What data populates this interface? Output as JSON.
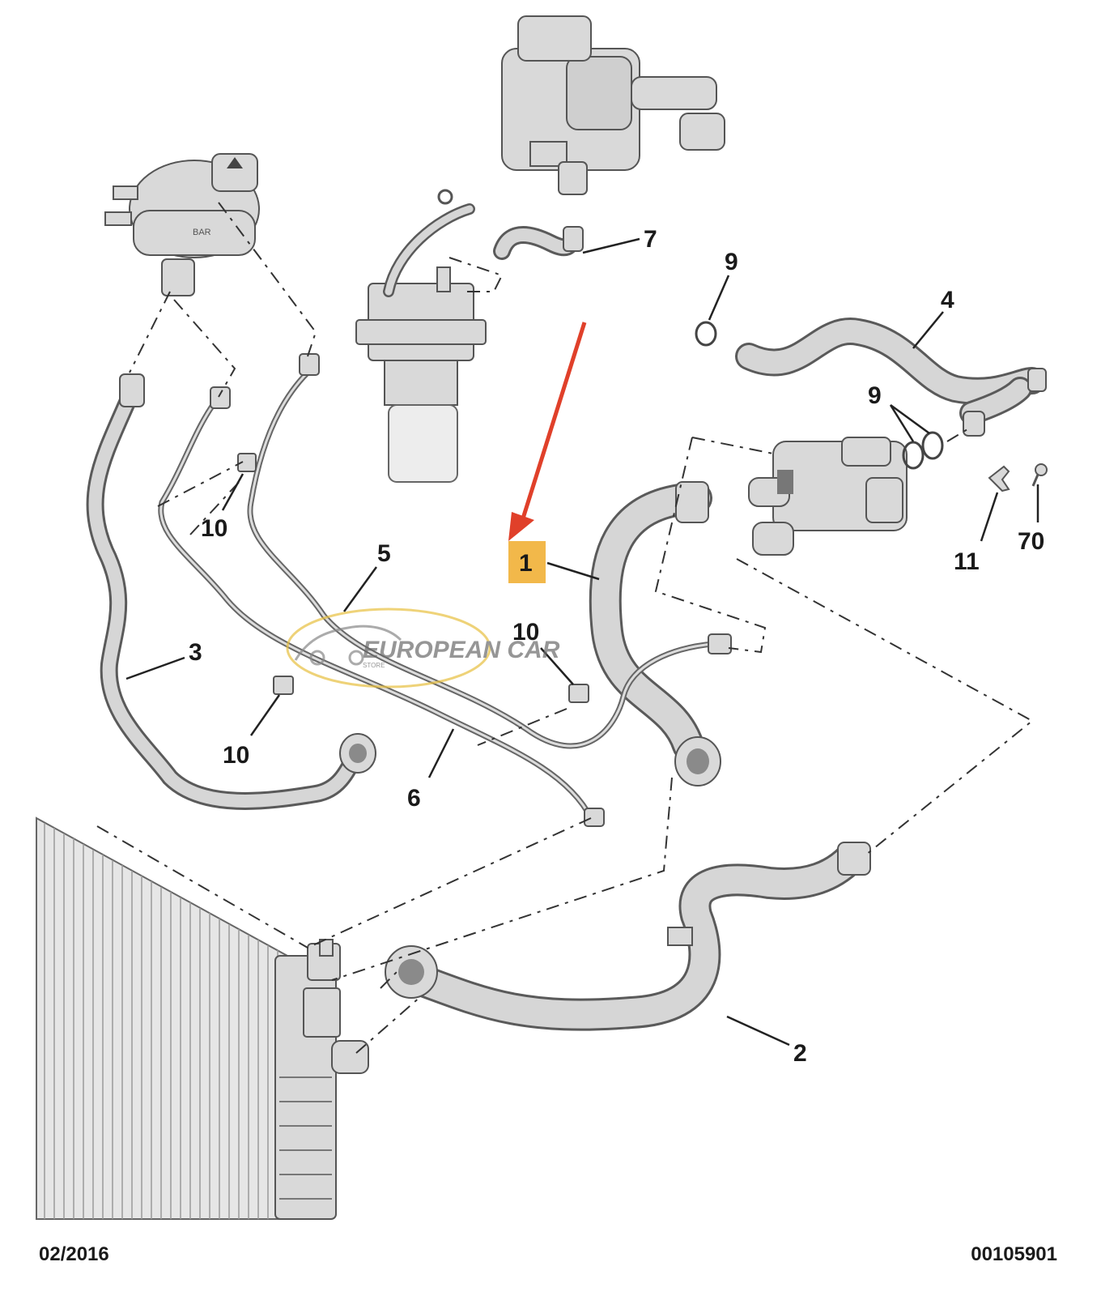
{
  "labels": {
    "hose_1": "1",
    "hose_2": "2",
    "hose_3": "3",
    "hose_4": "4",
    "pipe_5": "5",
    "pipe_6": "6",
    "hose_7": "7",
    "seal_9_top": "9",
    "seal_9_pair": "9",
    "clip_10_a": "10",
    "clip_10_b": "10",
    "clip_10_c": "10",
    "bracket_11": "11",
    "screw_70": "70"
  },
  "footer": {
    "date": "02/2016",
    "ref": "00105901"
  },
  "watermark": {
    "brand": "EUROPEAN CAR",
    "sub": "STORE"
  },
  "colors": {
    "highlight": "#f2b84a",
    "arrow": "#e0402a",
    "part_fill": "#d9d9d9",
    "part_stroke": "#555555"
  }
}
